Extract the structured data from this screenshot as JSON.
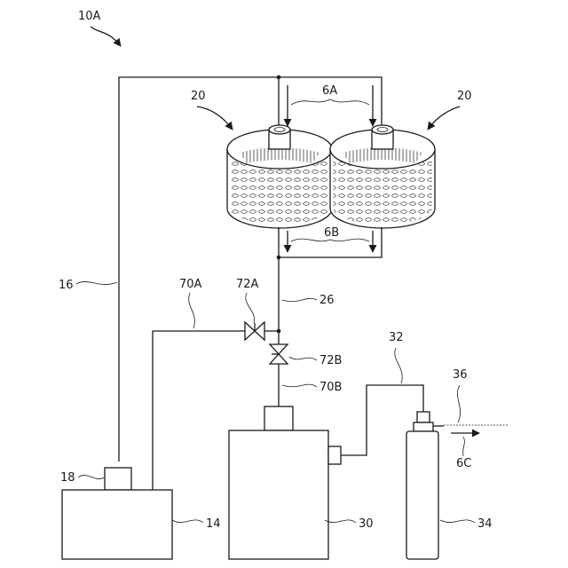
{
  "labels": {
    "figure": "10A",
    "filter_left": "20",
    "filter_right": "20",
    "inflow": "6A",
    "outflow": "6B",
    "line_16": "16",
    "line_70a": "70A",
    "valve_72a": "72A",
    "line_26": "26",
    "line_32": "32",
    "valve_72b": "72B",
    "line_70b": "70B",
    "line_36": "36",
    "flow_6c": "6C",
    "part_18": "18",
    "tank_14": "14",
    "unit_30": "30",
    "cylinder_34": "34"
  }
}
